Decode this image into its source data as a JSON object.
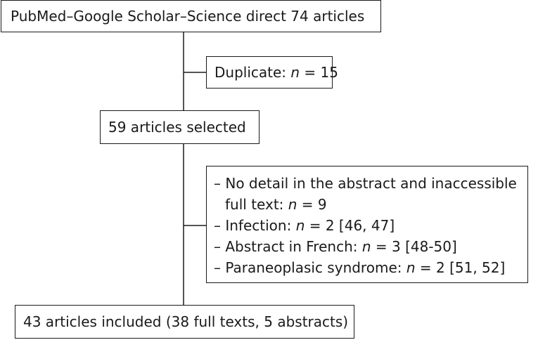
{
  "diagram": {
    "source_box": {
      "text": "PubMed–Google Scholar–Science direct 74 articles"
    },
    "duplicate_box": {
      "label": "Duplicate: ",
      "n_symbol": "n",
      "value": " = 15"
    },
    "selected_box": {
      "text": "59 articles selected"
    },
    "excluded_box": {
      "items": [
        {
          "line1": "– No detail in the abstract and inaccessible",
          "line2_prefix": "full text: ",
          "n_symbol": "n",
          "value": " = 9"
        },
        {
          "prefix": "– Infection: ",
          "n_symbol": "n",
          "value": " = 2 [46, 47]"
        },
        {
          "prefix": "– Abstract in French: ",
          "n_symbol": "n",
          "value": " = 3 [48-50]"
        },
        {
          "prefix": "– Paraneoplasic syndrome: ",
          "n_symbol": "n",
          "value": " = 2 [51, 52]"
        }
      ]
    },
    "included_box": {
      "text": "43 articles included (38 full texts, 5 abstracts)"
    },
    "colors": {
      "line": "#1a1a1a",
      "box_border": "#1a1a1a",
      "background": "#ffffff"
    }
  }
}
